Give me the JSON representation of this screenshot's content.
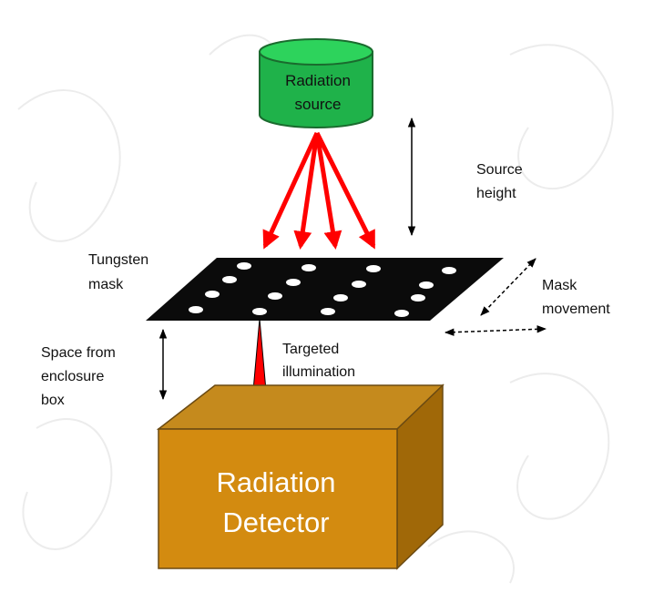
{
  "labels": {
    "source_line1": "Radiation",
    "source_line2": "source",
    "source_height_line1": "Source",
    "source_height_line2": "height",
    "mask_line1": "Tungsten",
    "mask_line2": "mask",
    "mask_movement_line1": "Mask",
    "mask_movement_line2": "movement",
    "targeted_line1": "Targeted",
    "targeted_line2": "illumination",
    "space_line1": "Space from",
    "space_line2": "enclosure",
    "space_line3": "box",
    "detector_line1": "Radiation",
    "detector_line2": "Detector"
  },
  "colors": {
    "source_fill": "#1fb24a",
    "source_top": "#2dd35c",
    "source_outline": "#1a6b2e",
    "beam": "#ff0000",
    "mask_fill": "#0b0b0b",
    "mask_hole": "#ffffff",
    "detector_front": "#d38b10",
    "detector_top": "#c58a1d",
    "detector_side": "#a06808",
    "detector_outline": "#6b4a12",
    "detector_text": "#ffffff",
    "arrow": "#000000",
    "background": "#ffffff",
    "watermark": "#ececec"
  },
  "icons": {
    "source": "cylinder-shape",
    "mask": "perforated-plate",
    "detector": "box-3d",
    "beam": "red-arrow"
  }
}
